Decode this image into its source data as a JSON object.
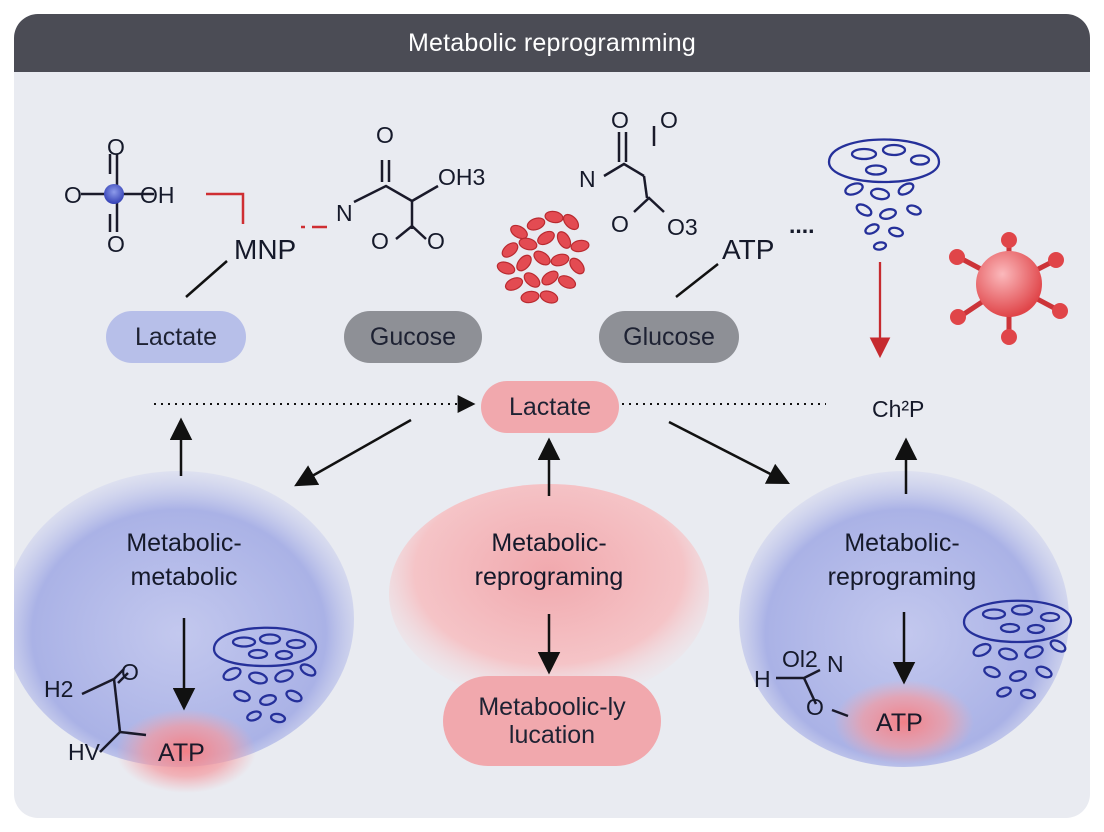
{
  "title": "Metabolic reprogramming",
  "colors": {
    "header": "#4b4c55",
    "background": "#e9ebf1",
    "blue_pill": "#b7bfe9",
    "gray_pill": "#8e9096",
    "red_pill": "#f1a8ad",
    "accent_red": "#cf2e33",
    "mito_blue": "#25309a"
  },
  "molecules": {
    "m1": {
      "top": "O",
      "left": "O",
      "right": "OH",
      "bottom": "O"
    },
    "m2": {
      "label": "MNP"
    },
    "m3": {
      "n": "N",
      "top_o": "O",
      "oh3": "OH3",
      "bottom": "O",
      "bottom_o": "O"
    },
    "m4": {
      "n": "N",
      "top_o": "O",
      "right_o": "O",
      "bottom_o": "O",
      "o3": "O3"
    },
    "atp_top": "ATP",
    "dots": "....",
    "ch2p": "Ch²P",
    "left_bottom": {
      "o": "O",
      "h2": "H2",
      "hv": "HV"
    },
    "right_bottom": {
      "ol2": "Ol2",
      "n": "N",
      "h": "H",
      "o": "O"
    }
  },
  "pills": {
    "lactate_left": "Lactate",
    "gucose": "Gucose",
    "glucose": "Glucose",
    "lactate_center": "Lactate",
    "metaboolic_line1": "Metaboolic-ly",
    "metaboolic_line2": "lucation"
  },
  "blobs": {
    "left": {
      "line1": "Metabolic-",
      "line2": "metabolic",
      "atp": "ATP"
    },
    "center": {
      "line1": "Metabolic-",
      "line2": "reprograming"
    },
    "right": {
      "line1": "Metabolic-",
      "line2": "reprograming",
      "atp": "ATP"
    }
  }
}
